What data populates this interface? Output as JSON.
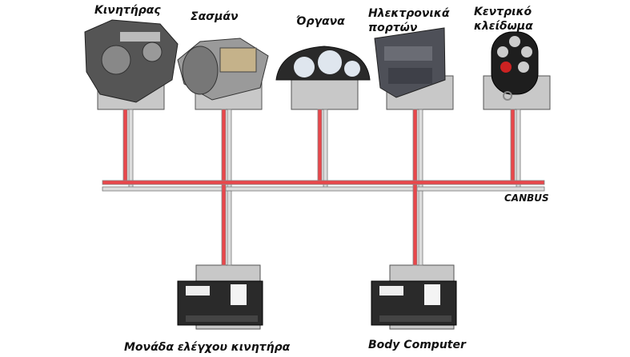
{
  "nodes": {
    "engine": "Κινητήρας",
    "transmission": "Σασμάν",
    "instruments": "Όργανα",
    "door_line1": "Ηλεκτρονικά",
    "door_line2": "πορτών",
    "lock_line1": "Κεντρικό",
    "lock_line2": "κλείδωμα",
    "ecu": "Μονάδα ελέγχου κινητήρα",
    "body_computer": "Body Computer"
  },
  "bus_label": "CANBUS",
  "colors": {
    "wire_red": "#e8474b",
    "wire_gray": "#9a9a9a",
    "box": "#c8c8c8"
  }
}
